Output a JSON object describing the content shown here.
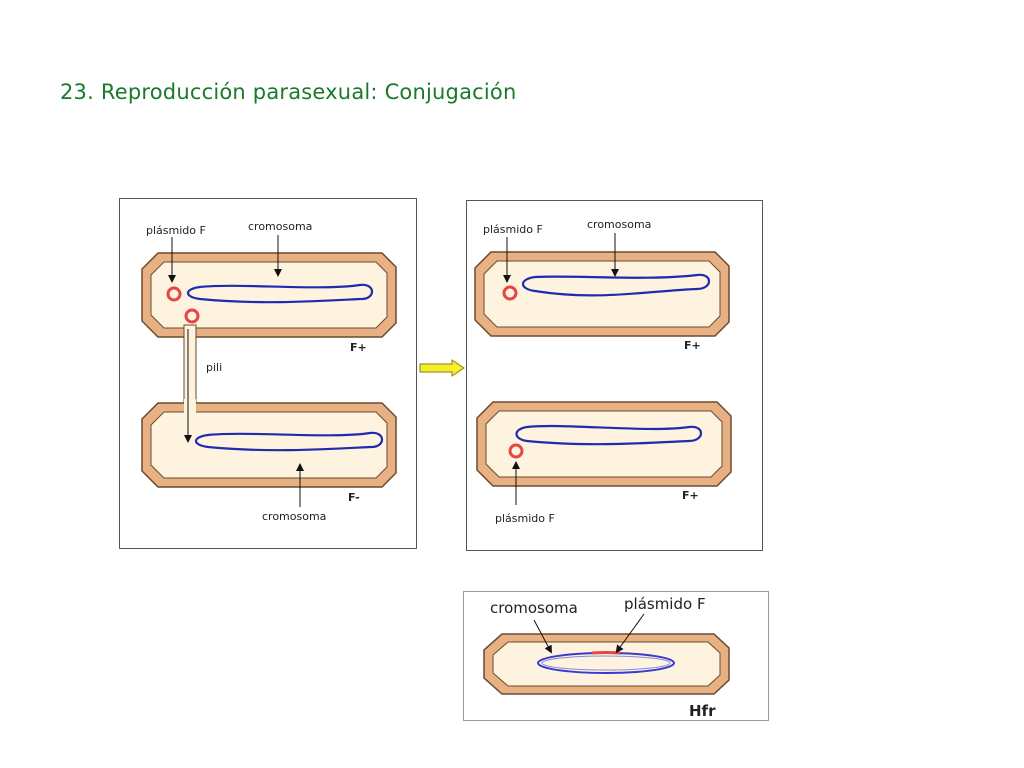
{
  "title": "23. Reproducción parasexual: Conjugación",
  "colors": {
    "title": "#1a7a2a",
    "cell_wall": "#e8b183",
    "cell_outline": "#6b4a2e",
    "cytoplasm": "#fdf3de",
    "chromosome": "#1f2bb0",
    "plasmid": "#e84545",
    "arrow": "#f5ee2a"
  },
  "panel_left": {
    "top_cell": {
      "plasmid_label": "plásmido F",
      "chromosome_label": "cromosoma",
      "type_label": "F+"
    },
    "pili_label": "pili",
    "bottom_cell": {
      "chromosome_label": "cromosoma",
      "type_label": "F-"
    }
  },
  "panel_right": {
    "top_cell": {
      "plasmid_label": "plásmido F",
      "chromosome_label": "cromosoma",
      "type_label": "F+"
    },
    "bottom_cell": {
      "plasmid_label": "plásmido F",
      "type_label": "F+"
    }
  },
  "panel_hfr": {
    "chromosome_label": "cromosoma",
    "plasmid_label": "plásmido F",
    "type_label": "Hfr"
  }
}
